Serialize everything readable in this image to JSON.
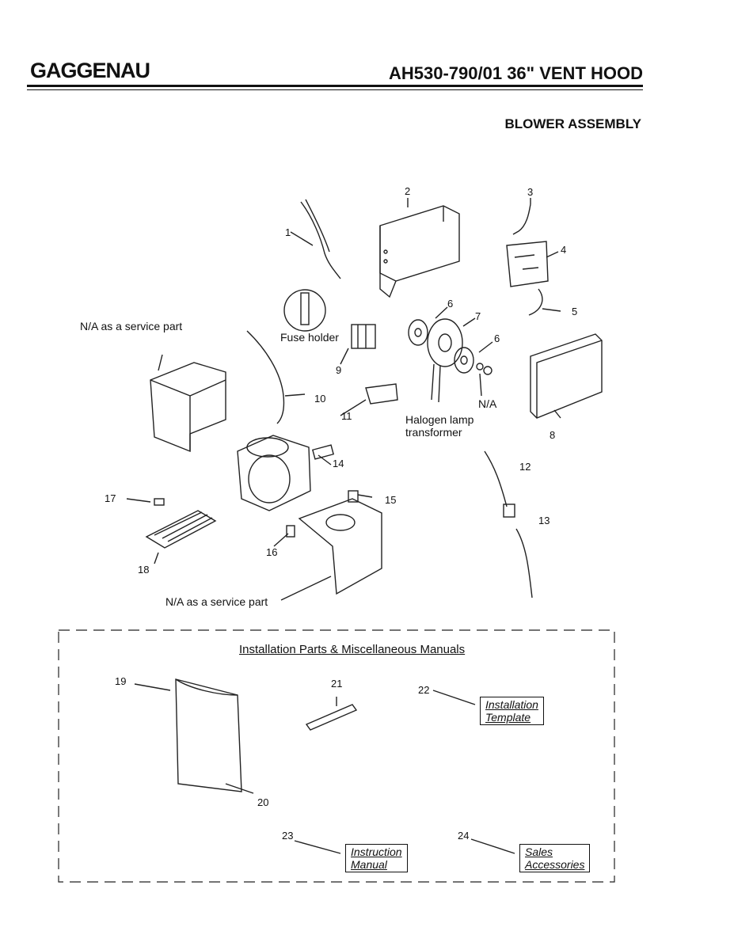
{
  "header": {
    "brand": "GAGGENAU",
    "model": "AH530-790/01 36\" VENT HOOD",
    "section": "BLOWER ASSEMBLY"
  },
  "labels": {
    "na_service_top": "N/A as a service part",
    "fuse_holder": "Fuse holder",
    "na_small": "N/A",
    "halogen_line1": "Halogen lamp",
    "halogen_line2": "transformer",
    "na_service_bottom": "N/A as a service part"
  },
  "part_numbers": [
    "1",
    "2",
    "3",
    "4",
    "5",
    "6",
    "7",
    "6",
    "8",
    "9",
    "10",
    "11",
    "12",
    "13",
    "14",
    "15",
    "16",
    "17",
    "18"
  ],
  "installation": {
    "title": "Installation Parts & Miscellaneous Manuals",
    "part_numbers": [
      "19",
      "20",
      "21",
      "22",
      "23",
      "24"
    ],
    "docs": {
      "installation_template": [
        "Installation",
        "Template"
      ],
      "instruction_manual": [
        "Instruction",
        "Manual"
      ],
      "sales_accessories": [
        "Sales",
        "Accessories"
      ]
    }
  }
}
